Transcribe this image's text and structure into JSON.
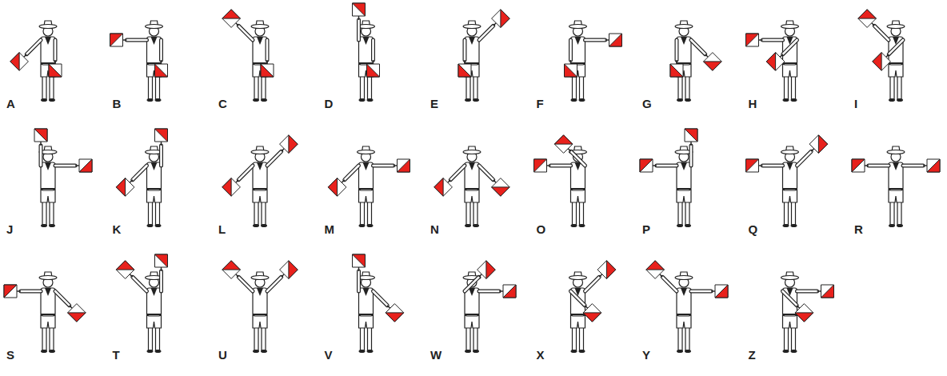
{
  "diagram": {
    "labels": [
      "A",
      "B",
      "C",
      "D",
      "E",
      "F",
      "G",
      "H",
      "I",
      "J",
      "K",
      "L",
      "M",
      "N",
      "O",
      "P",
      "Q",
      "R",
      "S",
      "T",
      "U",
      "V",
      "W",
      "X",
      "Y",
      "Z"
    ]
  }
}
